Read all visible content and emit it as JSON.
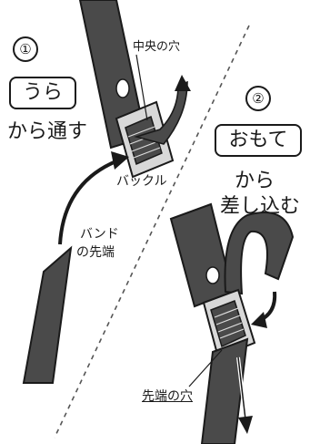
{
  "step1": {
    "number": "①",
    "tag": "うら",
    "action": "から通す"
  },
  "step2": {
    "number": "②",
    "tag": "おもて",
    "action_line1": "から",
    "action_line2": "差し込む"
  },
  "labels": {
    "center_hole": "中央の穴",
    "buckle": "バックル",
    "band_tip_line1": "バンド",
    "band_tip_line2": "の先端",
    "tip_hole": "先端の穴"
  },
  "colors": {
    "strap": "#4a4a4a",
    "strap_dark": "#333333",
    "buckle": "#d8d8d8",
    "outline": "#1a1a1a",
    "divider": "#555555"
  }
}
